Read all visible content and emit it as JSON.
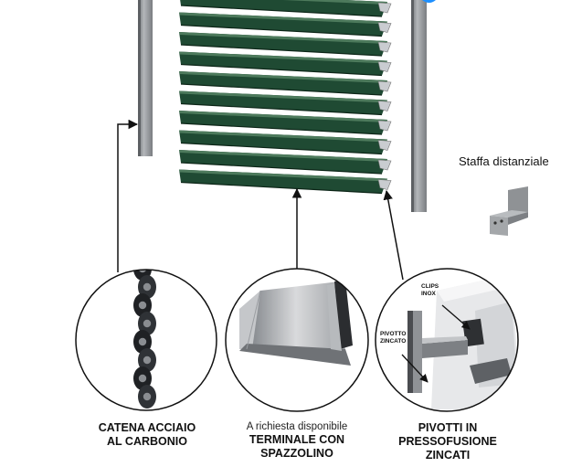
{
  "labels": {
    "staffa": "Staffa distanziale",
    "clips_inox": [
      "CLIPS",
      "INOX"
    ],
    "pivotto_zincato": [
      "PIVOTTO",
      "ZINCATO"
    ]
  },
  "captions": {
    "chain": [
      "CATENA ACCIAIO",
      "AL CARBONIO"
    ],
    "terminal_note": "A richiesta disponibile",
    "terminal": [
      "TERMINALE CON",
      "SPAZZOLINO"
    ],
    "pivots": [
      "PIVOTTI IN",
      "PRESSOFUSIONE",
      "ZINCATI"
    ]
  },
  "colors": {
    "slat": "#1f4a33",
    "slat_highlight": "#4d7a5c",
    "post": "#8c8f92",
    "accent": "#1e90ff"
  }
}
